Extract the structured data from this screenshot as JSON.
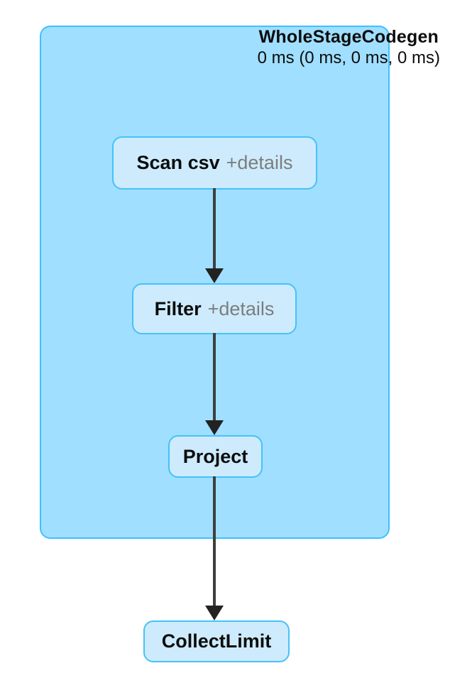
{
  "diagram": {
    "type": "spark-sql-query-plan",
    "cluster": {
      "title": "WholeStageCodegen",
      "timing": "0 ms (0 ms, 0 ms, 0 ms)"
    },
    "nodes": {
      "scan_csv": {
        "label": "Scan csv",
        "details": "+details"
      },
      "filter": {
        "label": "Filter",
        "details": "+details"
      },
      "project": {
        "label": "Project"
      },
      "collect_limit": {
        "label": "CollectLimit"
      }
    },
    "edges": [
      {
        "from": "Scan csv",
        "to": "Filter"
      },
      {
        "from": "Filter",
        "to": "Project"
      },
      {
        "from": "Project",
        "to": "CollectLimit"
      }
    ],
    "cluster_members": [
      "Scan csv",
      "Filter",
      "Project"
    ]
  },
  "colors": {
    "cluster_fill": "#A0DFFF",
    "cluster_stroke": "#3EC0FF",
    "node_fill": "#CDEBFD",
    "node_stroke": "#46C2F8",
    "edge_line": "#3f3f3f",
    "edge_head": "#222222",
    "text_main": "#0c0c0c",
    "text_details": "#7d7d7d",
    "page_bg": "#ffffff"
  }
}
